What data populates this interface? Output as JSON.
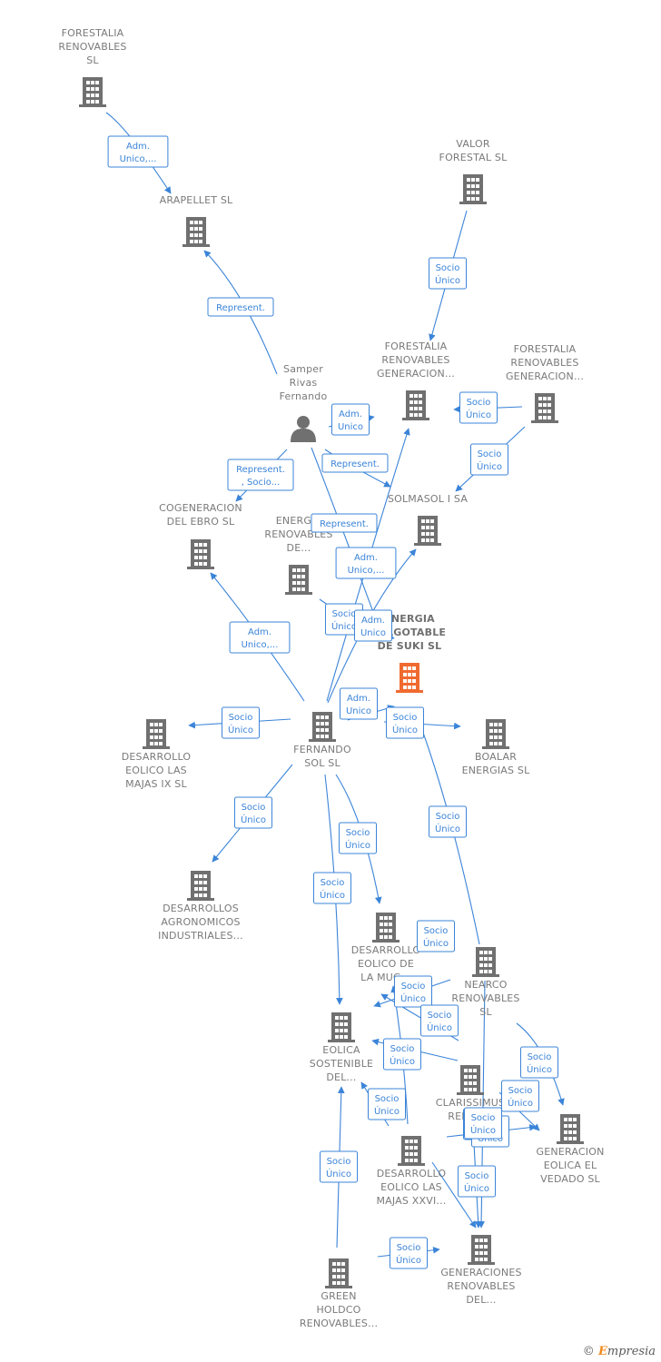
{
  "colors": {
    "company": "#707070",
    "focus": "#f06a30",
    "person": "#707070",
    "edge": "#3b84d8"
  },
  "footer": {
    "copyright_symbol": "©",
    "brand_initial": "E",
    "brand_rest": "mpresia"
  },
  "nodes": [
    {
      "id": "forestalia_renovables",
      "type": "company",
      "icon": "building-icon",
      "label": [
        "FORESTALIA",
        "RENOVABLES",
        "SL"
      ]
    },
    {
      "id": "arapellet",
      "type": "company",
      "icon": "building-icon",
      "label": [
        "ARAPELLET  SL"
      ]
    },
    {
      "id": "valor_forestal",
      "type": "company",
      "icon": "building-icon",
      "label": [
        "VALOR",
        "FORESTAL SL"
      ]
    },
    {
      "id": "forestalia_gen1",
      "type": "company",
      "icon": "building-icon",
      "label": [
        "FORESTALIA",
        "RENOVABLES",
        "GENERACION..."
      ]
    },
    {
      "id": "forestalia_gen2",
      "type": "company",
      "icon": "building-icon",
      "label": [
        "FORESTALIA",
        "RENOVABLES",
        "GENERACION..."
      ]
    },
    {
      "id": "samper",
      "type": "person",
      "icon": "person-icon",
      "label": [
        "Samper",
        "Rivas",
        "Fernando"
      ]
    },
    {
      "id": "solmasol",
      "type": "company",
      "icon": "building-icon",
      "label": [
        "SOLMASOL I SA"
      ]
    },
    {
      "id": "cogeneracion",
      "type": "company",
      "icon": "building-icon",
      "label": [
        "COGENERACION",
        "DEL EBRO  SL"
      ]
    },
    {
      "id": "energia_renovables",
      "type": "company",
      "icon": "building-icon",
      "label": [
        "ENERGIA",
        "RENOVABLES",
        "DE..."
      ]
    },
    {
      "id": "energia_suki",
      "type": "focus",
      "icon": "building-icon",
      "label": [
        "ENERGIA",
        "INAGOTABLE",
        "DE SUKI  SL"
      ]
    },
    {
      "id": "fernando_sol",
      "type": "company",
      "icon": "building-icon",
      "label": [
        "FERNANDO",
        "SOL SL"
      ]
    },
    {
      "id": "majas_ix",
      "type": "company",
      "icon": "building-icon",
      "label": [
        "DESARROLLO",
        "EOLICO LAS",
        "MAJAS IX  SL"
      ]
    },
    {
      "id": "boalar",
      "type": "company",
      "icon": "building-icon",
      "label": [
        "BOALAR",
        "ENERGIAS  SL"
      ]
    },
    {
      "id": "agronomicos",
      "type": "company",
      "icon": "building-icon",
      "label": [
        "DESARROLLOS",
        "AGRONOMICOS",
        "INDUSTRIALES..."
      ]
    },
    {
      "id": "mugueta",
      "type": "company",
      "icon": "building-icon",
      "label": [
        "DESARROLLO",
        "EOLICO DE",
        "LA MUG..."
      ]
    },
    {
      "id": "nearco",
      "type": "company",
      "icon": "building-icon",
      "label": [
        "NEARCO",
        "RENOVABLES",
        "SL"
      ]
    },
    {
      "id": "eolica_sostenible",
      "type": "company",
      "icon": "building-icon",
      "label": [
        "EOLICA",
        "SOSTENIBLE",
        "DEL..."
      ]
    },
    {
      "id": "clarissimus",
      "type": "company",
      "icon": "building-icon",
      "label": [
        "CLARISSIMUS",
        "RENOV..."
      ]
    },
    {
      "id": "vedado",
      "type": "company",
      "icon": "building-icon",
      "label": [
        "GENERACION",
        "EOLICA EL",
        "VEDADO SL"
      ]
    },
    {
      "id": "majas_xxvi",
      "type": "company",
      "icon": "building-icon",
      "label": [
        "DESARROLLO",
        "EOLICO LAS",
        "MAJAS XXVI..."
      ]
    },
    {
      "id": "green_holdco",
      "type": "company",
      "icon": "building-icon",
      "label": [
        "GREEN",
        "HOLDCO",
        "RENOVABLES..."
      ]
    },
    {
      "id": "generaciones",
      "type": "company",
      "icon": "building-icon",
      "label": [
        "GENERACIONES",
        "RENOVABLES",
        "DEL..."
      ]
    }
  ],
  "edges": [
    {
      "from": "forestalia_renovables",
      "to": "arapellet",
      "label": [
        "Adm.",
        "Unico,..."
      ]
    },
    {
      "from": "samper",
      "to": "arapellet",
      "label": [
        "Represent."
      ]
    },
    {
      "from": "valor_forestal",
      "to": "forestalia_gen1",
      "label": [
        "Socio",
        "Único"
      ]
    },
    {
      "from": "forestalia_gen2",
      "to": "forestalia_gen1",
      "label": [
        "Socio",
        "Único"
      ]
    },
    {
      "from": "forestalia_gen2",
      "to": "solmasol",
      "label": [
        "Socio",
        "Único"
      ]
    },
    {
      "from": "samper",
      "to": "forestalia_gen1",
      "label": [
        "Adm.",
        "Unico"
      ]
    },
    {
      "from": "samper",
      "to": "cogeneracion",
      "label": [
        "Represent.",
        ", Socio..."
      ]
    },
    {
      "from": "samper",
      "to": "solmasol",
      "label": [
        "Represent."
      ]
    },
    {
      "from": "samper",
      "to": "energia_suki",
      "label": [
        "Represent."
      ]
    },
    {
      "from": "fernando_sol",
      "to": "energia_suki",
      "label": [
        "Adm.",
        "Unico,..."
      ]
    },
    {
      "from": "fernando_sol",
      "to": "energia_suki",
      "label": [
        "Socio",
        "Único"
      ]
    },
    {
      "from": "energia_renovables",
      "to": "energia_suki",
      "label": [
        "Adm.",
        "Unico"
      ]
    },
    {
      "from": "fernando_sol",
      "to": "cogeneracion",
      "label": [
        "Adm.",
        "Unico,..."
      ]
    },
    {
      "from": "fernando_sol",
      "to": "majas_ix",
      "label": [
        "Socio",
        "Único"
      ]
    },
    {
      "from": "fernando_sol",
      "to": "energia_suki",
      "label": [
        "Adm.",
        "Unico"
      ]
    },
    {
      "from": "energia_suki",
      "to": "boalar",
      "label": [
        "Socio",
        "Único"
      ]
    },
    {
      "from": "fernando_sol",
      "to": "agronomicos",
      "label": [
        "Socio",
        "Único"
      ]
    },
    {
      "from": "fernando_sol",
      "to": "mugueta",
      "label": [
        "Socio",
        "Único"
      ]
    },
    {
      "from": "fernando_sol",
      "to": "eolica_sostenible",
      "label": [
        "Socio",
        "Único"
      ]
    },
    {
      "from": "nearco",
      "to": "energia_suki",
      "label": [
        "Socio",
        "Único"
      ]
    },
    {
      "from": "nearco",
      "to": "mugueta",
      "label": [
        "Socio",
        "Único"
      ]
    },
    {
      "from": "nearco",
      "to": "vedado",
      "label": [
        "Socio",
        "Único"
      ]
    },
    {
      "from": "nearco",
      "to": "generaciones",
      "label": [
        "Socio",
        "Único"
      ]
    },
    {
      "from": "majas_xxvi",
      "to": "mugueta",
      "label": [
        "Socio",
        "Único"
      ]
    },
    {
      "from": "clarissimus",
      "to": "eolica_sostenible",
      "label": [
        "Socio",
        "Único"
      ]
    },
    {
      "from": "clarissimus",
      "to": "mugueta",
      "label": [
        "Socio",
        "Único"
      ]
    },
    {
      "from": "majas_xxvi",
      "to": "eolica_sostenible",
      "label": [
        "Socio",
        "Único"
      ]
    },
    {
      "from": "clarissimus",
      "to": "vedado",
      "label": [
        "Socio",
        "Único"
      ]
    },
    {
      "from": "majas_xxvi",
      "to": "vedado",
      "label": [
        "Socio",
        "Único"
      ]
    },
    {
      "from": "clarissimus",
      "to": "generaciones",
      "label": [
        "Socio",
        "Único"
      ]
    },
    {
      "from": "majas_xxvi",
      "to": "generaciones",
      "label": [
        "Socio",
        "Único"
      ]
    },
    {
      "from": "green_holdco",
      "to": "eolica_sostenible",
      "label": [
        "Socio",
        "Único"
      ]
    },
    {
      "from": "green_holdco",
      "to": "generaciones",
      "label": [
        "Socio",
        "Único"
      ]
    }
  ]
}
